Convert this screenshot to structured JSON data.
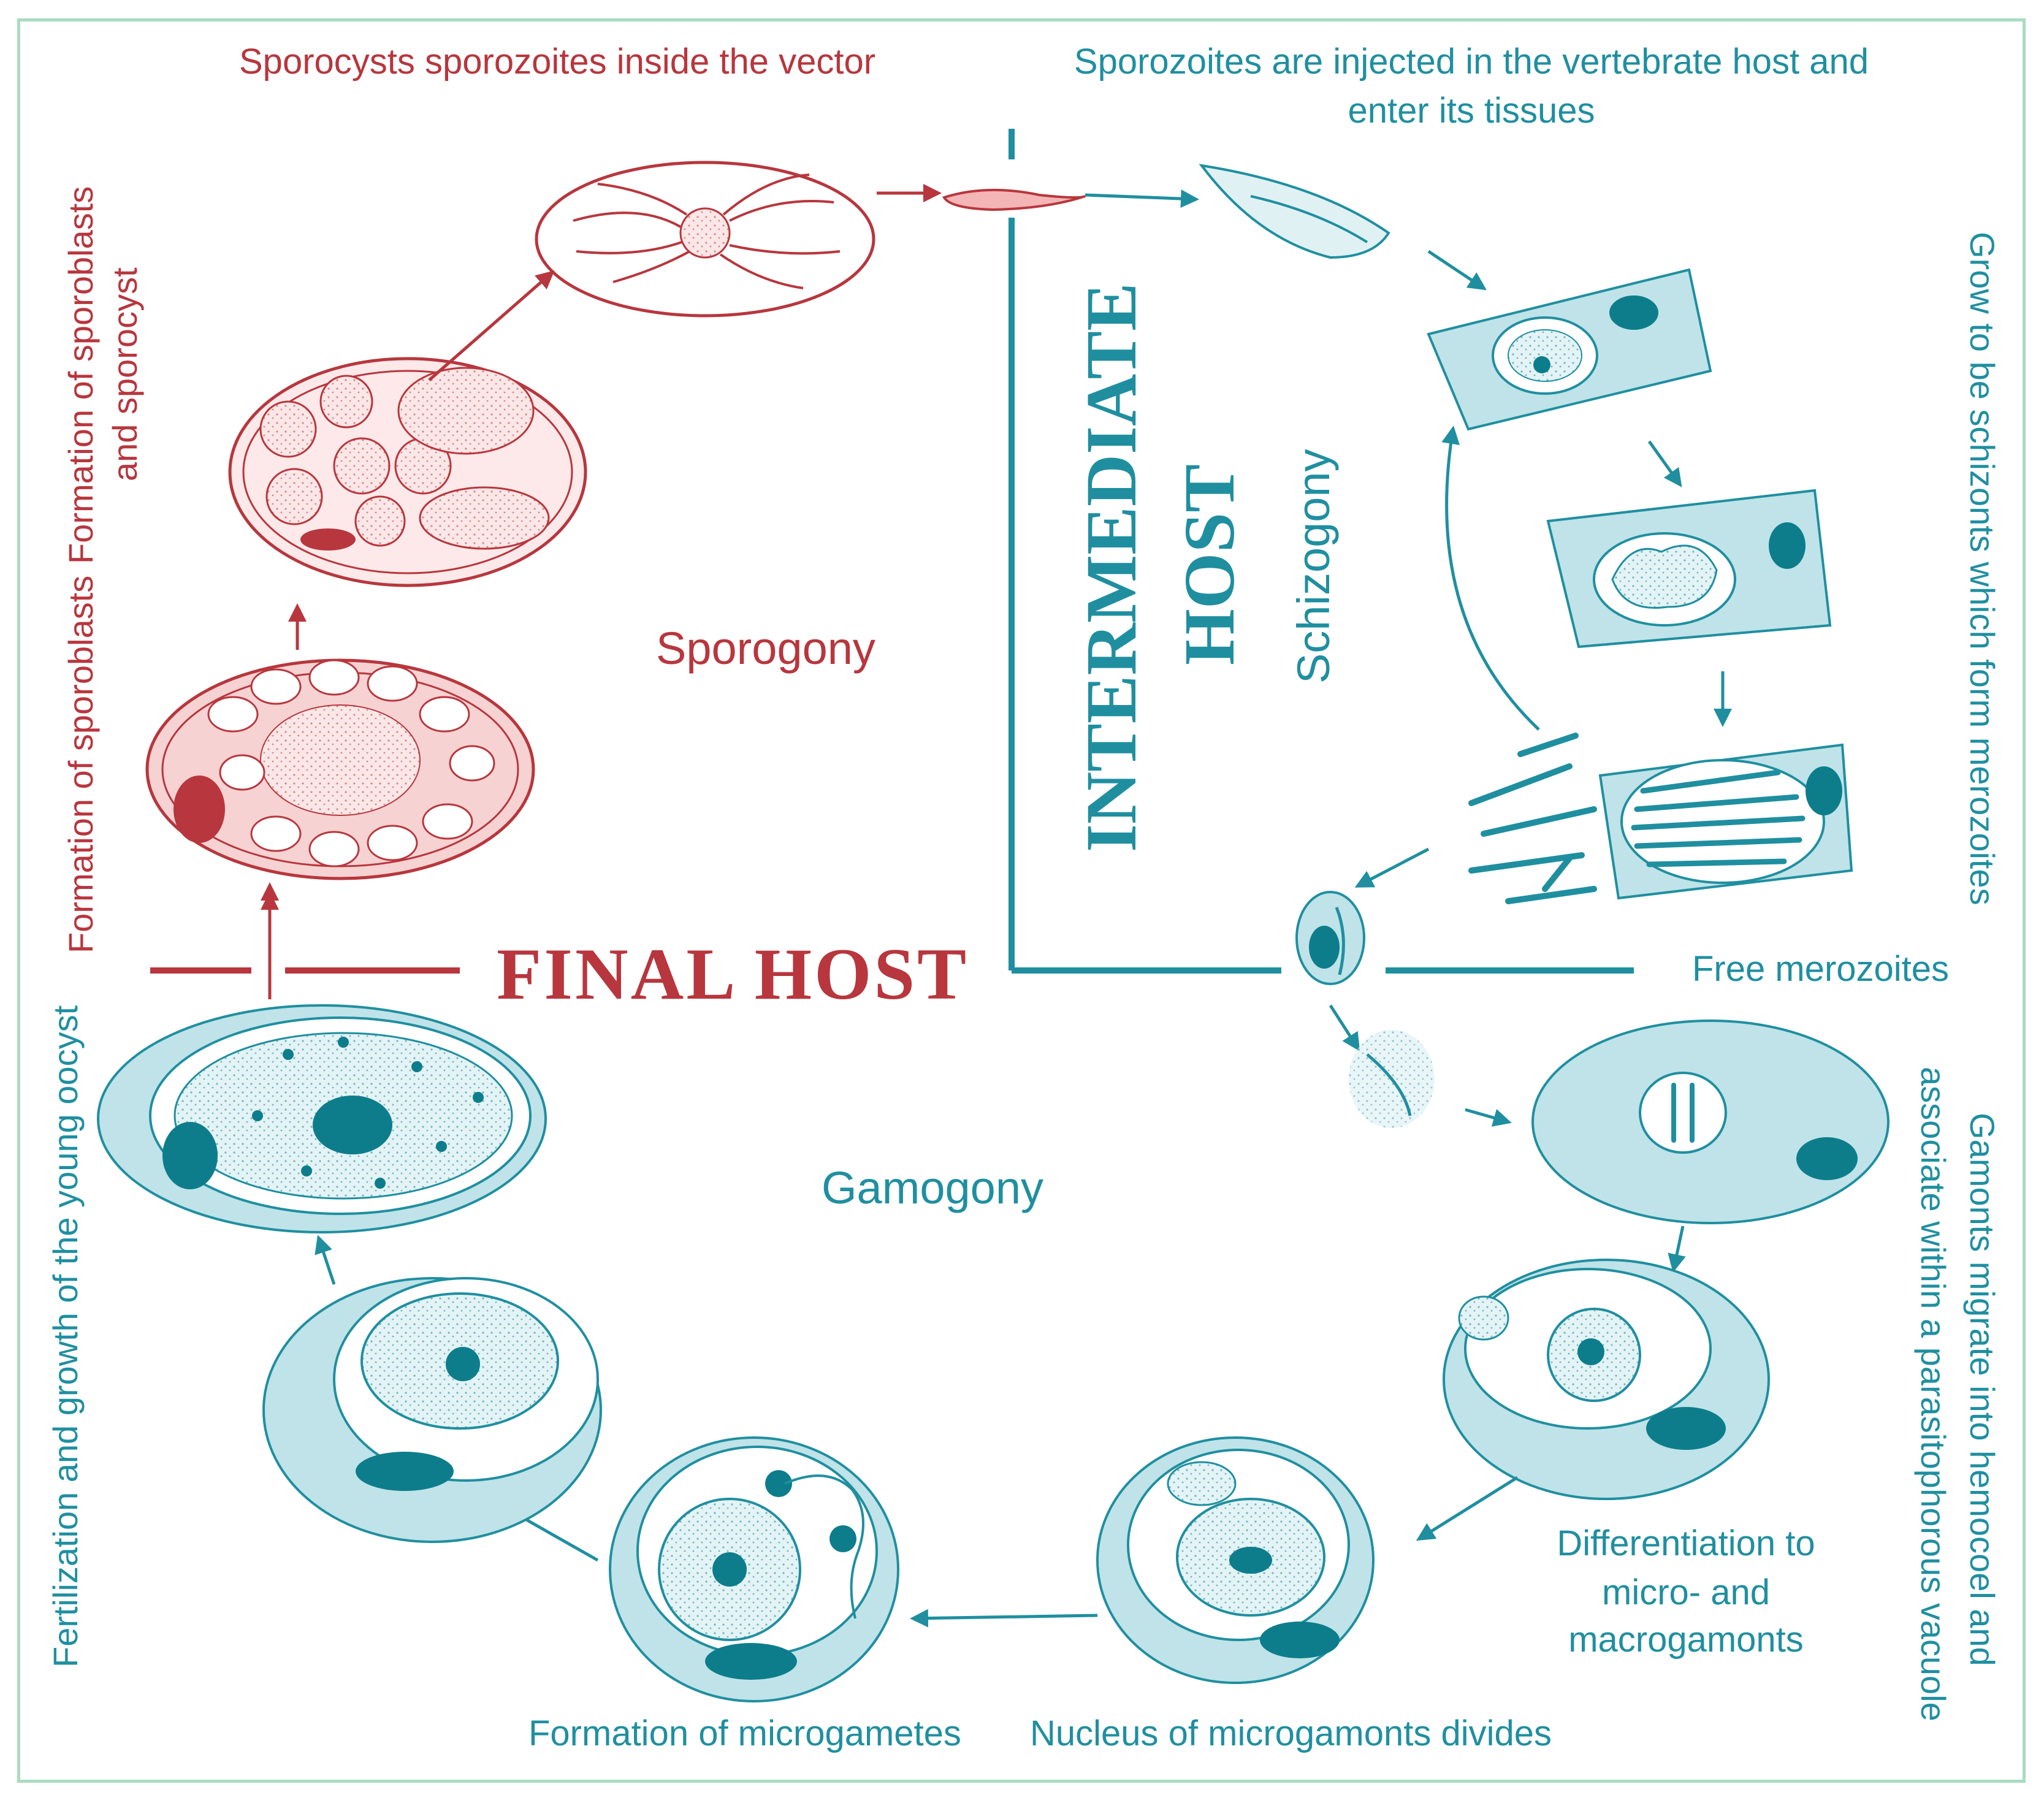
{
  "colors": {
    "red": "#b8363d",
    "teal": "#1f8fa0",
    "teal_fill": "#bfe3e8",
    "red_fill": "#f6d2d2",
    "frame": "#a8dcc0"
  },
  "labels": {
    "sporocysts": "Sporocysts sporozoites inside the vector",
    "sporozoites_injected_1": "Sporozoites are injected in the vertebrate host and",
    "sporozoites_injected_2": "enter its tissues",
    "formation_sporoblasts_sporocyst_1": "Formation of sporoblasts",
    "formation_sporoblasts_sporocyst_2": "and sporocyst",
    "formation_sporoblasts": "Formation of sporoblasts",
    "sporogony": "Sporogony",
    "intermediate": "INTERMEDIATE",
    "host": "HOST",
    "schizogony": "Schizogony",
    "grow_schizonts": "Grow to be schizonts which form merozoites",
    "final_host": "FINAL HOST",
    "free_merozoites": "Free merozoites",
    "fertilization": "Fertilization and growth of the young oocyst",
    "gamogony": "Gamogony",
    "gamonts_1": "Gamonts migrate into hemocoel and",
    "gamonts_2": "associate within a parasitophorous vacuole",
    "differentiation_1": "Differentiation to",
    "differentiation_2": "micro- and",
    "differentiation_3": "macrogamonts",
    "formation_microgametes": "Formation of microgametes",
    "nucleus_divides": "Nucleus of microgamonts divides"
  }
}
